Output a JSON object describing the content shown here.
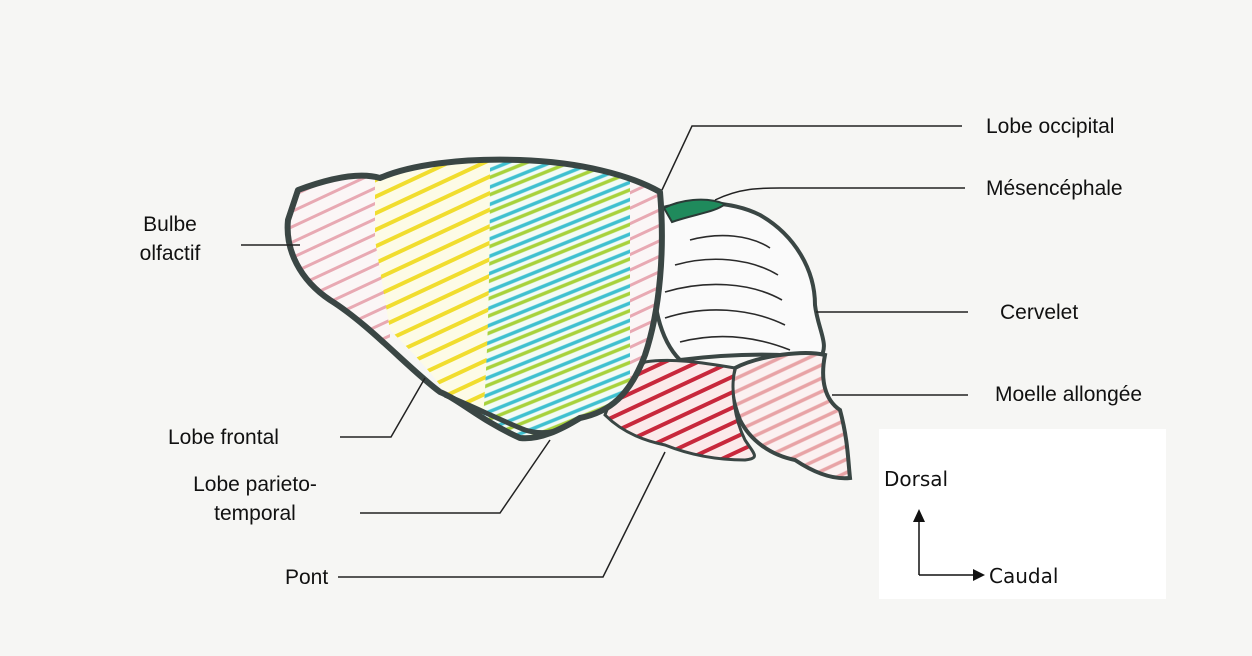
{
  "labels": {
    "bulbe": "Bulbe\nolfactif",
    "lobe_occipital": "Lobe occipital",
    "mesencephale": "Mésencéphale",
    "cervelet": "Cervelet",
    "moelle": "Moelle allongée",
    "lobe_frontal": "Lobe frontal",
    "lobe_parieto_line1": "Lobe parieto-",
    "lobe_parieto_line2": "temporal",
    "pont": "Pont"
  },
  "orientation": {
    "dorsal": "Dorsal",
    "caudal": "Caudal"
  },
  "colors": {
    "outline": "#3a4644",
    "olfactif": "#e8a9b3",
    "frontal": "#f1dd2e",
    "parietal_cyan": "#3fc0d0",
    "parietal_green": "#a8d23c",
    "occipital": "#e8a9b3",
    "mesencephale": "#1f8a5c",
    "pont": "#c8283c",
    "moelle": "#e8a3a6"
  }
}
